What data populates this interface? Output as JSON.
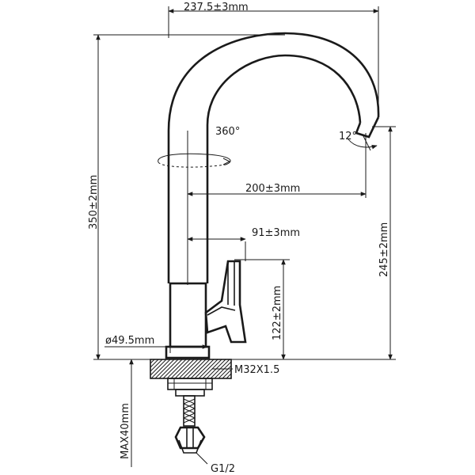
{
  "dimensions": {
    "top_width": "237.5±3mm",
    "rotation": "360°",
    "tilt": "12°",
    "spout_reach": "200±3mm",
    "handle_offset": "91±3mm",
    "total_height": "350±2mm",
    "spout_height": "245±2mm",
    "handle_height": "122±2mm",
    "body_diameter": "ø49.5mm",
    "thread": "M32X1.5",
    "max_thickness": "MAX40mm",
    "connection": "G1/2"
  }
}
